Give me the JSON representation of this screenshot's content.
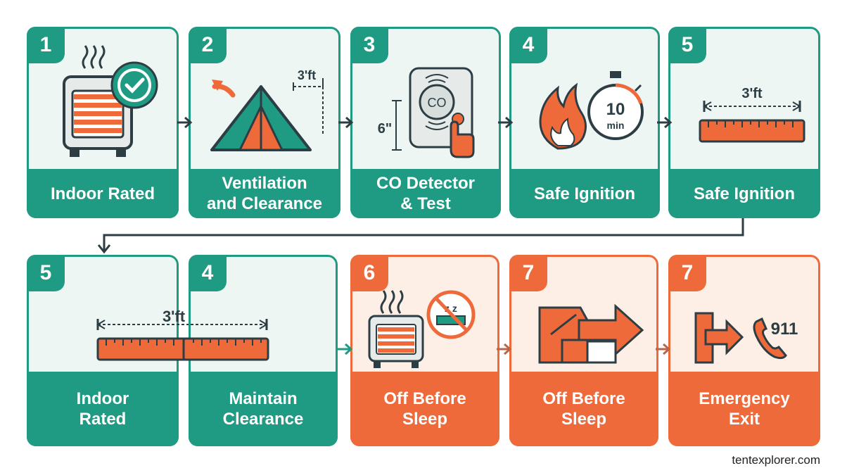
{
  "colors": {
    "teal": "#1f9a83",
    "orange": "#ef6a3a",
    "dark": "#2c3e44"
  },
  "row1": [
    {
      "number": "1",
      "label_lines": [
        "Indoor Rated"
      ],
      "icon": "heater-check-icon"
    },
    {
      "number": "2",
      "label_lines": [
        "Ventilation",
        "and Clearance"
      ],
      "icon": "tent-vent-icon",
      "measure": "3'ft"
    },
    {
      "number": "3",
      "label_lines": [
        "CO Detector",
        "& Test"
      ],
      "icon": "co-detector-icon",
      "measure": "6\"",
      "detector_text": "CO"
    },
    {
      "number": "4",
      "label_lines": [
        "Safe Ignition"
      ],
      "icon": "flame-timer-icon",
      "timer_value": "10",
      "timer_unit": "min"
    },
    {
      "number": "5",
      "label_lines": [
        "Safe Ignition"
      ],
      "icon": "ruler-icon",
      "measure": "3'ft"
    }
  ],
  "row2": [
    {
      "number": "5",
      "label_lines": [
        "Indoor",
        "Rated"
      ],
      "icon": "ruler-icon",
      "measure": "3'ft"
    },
    {
      "number": "4",
      "label_lines": [
        "Maintain",
        "Clearance"
      ],
      "icon": "blank-icon"
    },
    {
      "number": "6",
      "label_lines": [
        "Off Before",
        "Sleep"
      ],
      "icon": "heater-no-sleep-icon",
      "sleep_text": "z z"
    },
    {
      "number": "7",
      "label_lines": [
        "Off Before",
        "Sleep"
      ],
      "icon": "house-exit-icon"
    },
    {
      "number": "7",
      "label_lines": [
        "Emergency",
        "Exit"
      ],
      "icon": "exit-phone-icon",
      "phone_text": "911"
    }
  ],
  "footer": "tentexplorer.com"
}
